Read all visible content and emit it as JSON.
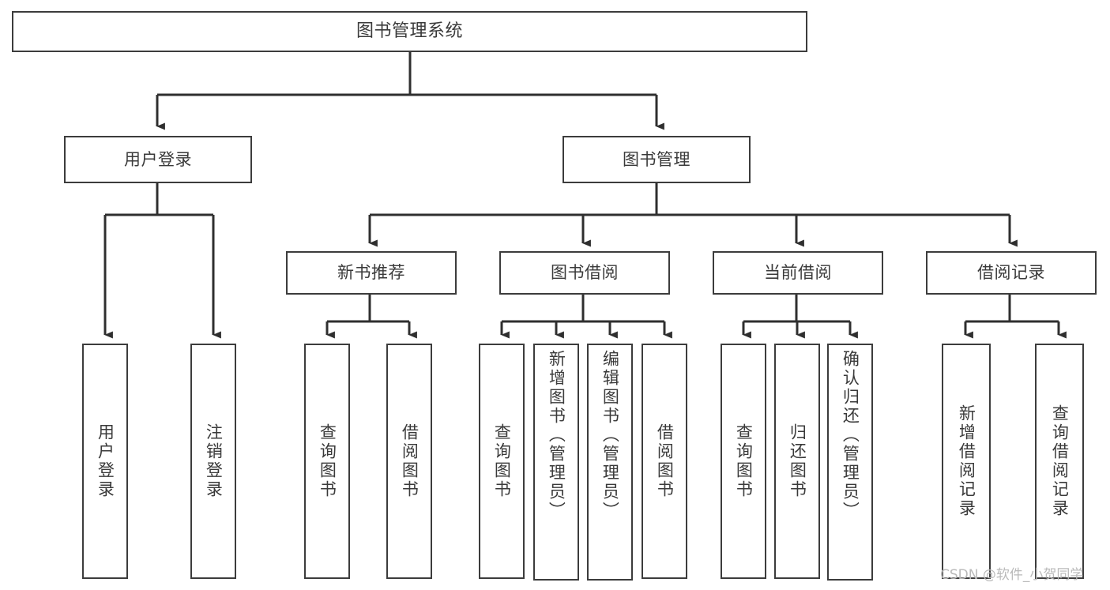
{
  "diagram": {
    "title": "图书管理系统",
    "type": "hierarchy-tree",
    "levels": 4,
    "stroke_color": "#3c3c3c",
    "text_color": "#3a3a3a",
    "background_color": "#ffffff"
  },
  "root": {
    "label": "图书管理系统"
  },
  "branches": [
    {
      "label": "用户登录"
    },
    {
      "label": "图书管理"
    }
  ],
  "subbranches": [
    {
      "label": "新书推荐"
    },
    {
      "label": "图书借阅"
    },
    {
      "label": "当前借阅"
    },
    {
      "label": "借阅记录"
    }
  ],
  "leaves": {
    "user_login": [
      {
        "label": "用户登录"
      },
      {
        "label": "注销登录"
      }
    ],
    "new_book_recommend": [
      {
        "label": "查询图书"
      },
      {
        "label": "借阅图书"
      }
    ],
    "book_borrow": [
      {
        "label": "查询图书"
      },
      {
        "label": "新增图书（管理员）"
      },
      {
        "label": "编辑图书（管理员）"
      },
      {
        "label": "借阅图书"
      }
    ],
    "current_borrow": [
      {
        "label": "查询图书"
      },
      {
        "label": "归还图书"
      },
      {
        "label": "确认归还（管理员）"
      }
    ],
    "borrow_record": [
      {
        "label": "新增借阅记录"
      },
      {
        "label": "查询借阅记录"
      }
    ]
  },
  "watermark": {
    "text": "CSDN @软件_小贺同学"
  }
}
